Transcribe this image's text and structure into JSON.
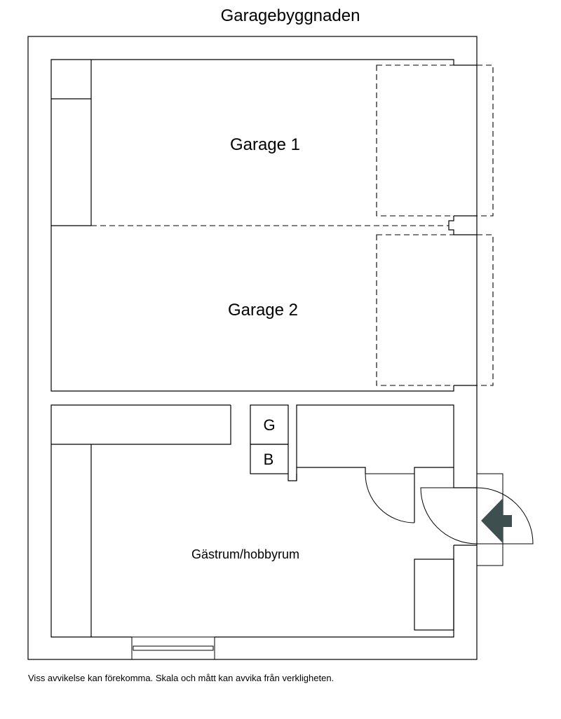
{
  "title": "Garagebyggnaden",
  "rooms": {
    "garage1": "Garage 1",
    "garage2": "Garage 2",
    "guest": "Gästrum/hobbyrum",
    "g": "G",
    "b": "B"
  },
  "disclaimer": "Viss avvikelse kan förekomma. Skala och mått kan avvika från verkligheten.",
  "colors": {
    "entrance_arrow": "#3d4f4f"
  },
  "icons": {
    "entrance": "entrance-arrow-icon"
  }
}
